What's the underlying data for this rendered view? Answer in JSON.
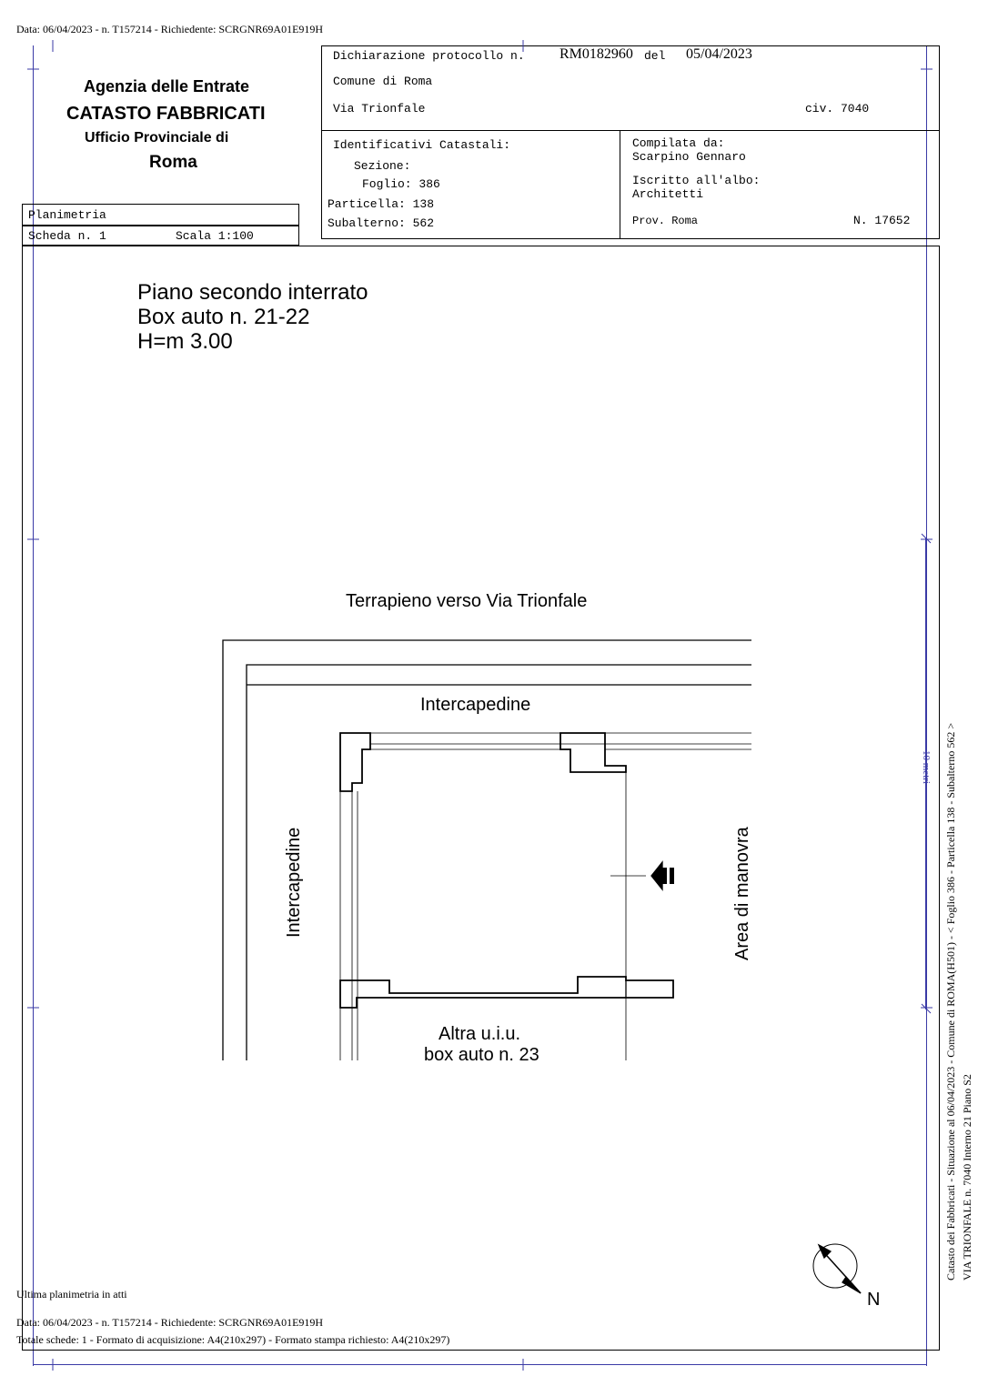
{
  "top_line": "Data: 06/04/2023 - n. T157214 - Richiedente: SCRGNR69A01E919H",
  "agency": {
    "line1": "Agenzia delle Entrate",
    "line2": "CATASTO FABBRICATI",
    "line3": "Ufficio Provinciale di",
    "line4": "Roma"
  },
  "declaration": {
    "label": "Dichiarazione protocollo n.",
    "number": "RM0182960",
    "del_label": "del",
    "date": "05/04/2023",
    "comune": "Comune di Roma",
    "street": "Via Trionfale",
    "civ": "civ. 7040"
  },
  "identifiers": {
    "title": "Identificativi Catastali:",
    "sezione": "Sezione:",
    "foglio": "Foglio: 386",
    "particella": "Particella: 138",
    "subalterno": "Subalterno: 562"
  },
  "compiler": {
    "label": "Compilata da:",
    "name": "Scarpino Gennaro",
    "albo_label": "Iscritto all'albo:",
    "albo": "Architetti",
    "prov": "Prov. Roma",
    "number": "N. 17652"
  },
  "sheet": {
    "type": "Planimetria",
    "scheda": "Scheda n. 1",
    "scala": "Scala 1:100"
  },
  "plan": {
    "title1": "Piano secondo interrato",
    "title2": "Box auto n. 21-22",
    "title3": "H=m 3.00",
    "terrapieno": "Terrapieno verso Via Trionfale",
    "intercapedine_top": "Intercapedine",
    "intercapedine_left": "Intercapedine",
    "area_manovra": "Area di manovra",
    "altra1": "Altra u.i.u.",
    "altra2": "box auto n. 23",
    "north": "N",
    "scale_marker": "10 metri"
  },
  "side_text": {
    "line1": "Catasto dei Fabbricati - Situazione al 06/04/2023 - Comune di ROMA(H501) - < Foglio 386 - Particella 138 - Subalterno 562 >",
    "line2": "VIA TRIONFALE n. 7040 Interno 21 Piano S2"
  },
  "footer": {
    "ultima": "Ultima planimetria in atti",
    "line1": "Data: 06/04/2023 - n. T157214 - Richiedente: SCRGNR69A01E919H",
    "line2": "Totale schede: 1 - Formato di acquisizione: A4(210x297)  - Formato stampa richiesto: A4(210x297)"
  },
  "colors": {
    "guide": "#3a3aa6",
    "ink": "#000000"
  }
}
